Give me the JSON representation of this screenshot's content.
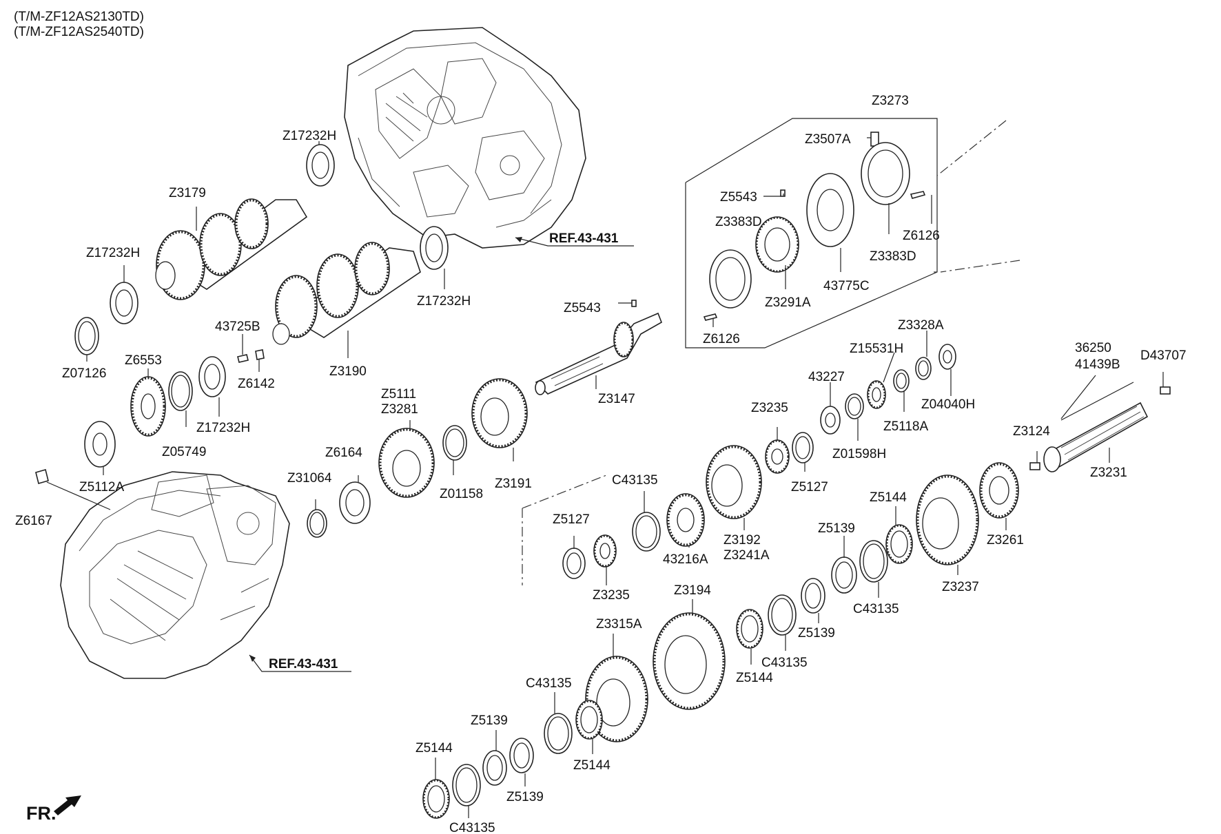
{
  "header": {
    "line1": "(T/M-ZF12AS2130TD)",
    "line2": "(T/M-ZF12AS2540TD)"
  },
  "references": {
    "upper": "REF.43-431",
    "lower": "REF.43-431"
  },
  "front_marker": "FR.",
  "labels": {
    "z3273": "Z3273",
    "z3507a": "Z3507A",
    "z5543_top": "Z5543",
    "z3383d_left": "Z3383D",
    "z6126_right": "Z6126",
    "z3383d_right": "Z3383D",
    "p43775c": "43775C",
    "z3291a": "Z3291A",
    "z6126_left": "Z6126",
    "z17232h_top": "Z17232H",
    "z3179": "Z3179",
    "z17232h_left": "Z17232H",
    "z17232h_mid": "Z17232H",
    "z07126": "Z07126",
    "p43725b": "43725B",
    "z6142": "Z6142",
    "z3190": "Z3190",
    "z6553": "Z6553",
    "z17232h_low": "Z17232H",
    "z05749": "Z05749",
    "z5112a": "Z5112A",
    "z6167": "Z6167",
    "z5543_mid": "Z5543",
    "z3147": "Z3147",
    "z5111": "Z5111",
    "z3281": "Z3281",
    "z6164": "Z6164",
    "z31064": "Z31064",
    "z01158": "Z01158",
    "z3191": "Z3191",
    "z3328a": "Z3328A",
    "z15531h": "Z15531H",
    "p43227": "43227",
    "z04040h": "Z04040H",
    "z5118a": "Z5118A",
    "z01598h": "Z01598H",
    "z3235_top": "Z3235",
    "z5127_top": "Z5127",
    "p36250": "36250",
    "p41439b": "41439B",
    "d43707": "D43707",
    "z3124": "Z3124",
    "z3231": "Z3231",
    "c43135_a": "C43135",
    "z5127_left": "Z5127",
    "p43216a": "43216A",
    "z3235_left": "Z3235",
    "z3192": "Z3192",
    "z3241a": "Z3241A",
    "z5144_a": "Z5144",
    "z5139_a": "Z5139",
    "c43135_b": "C43135",
    "z3261": "Z3261",
    "z3237": "Z3237",
    "z3194": "Z3194",
    "z5139_b": "Z5139",
    "c43135_c": "C43135",
    "z5144_b": "Z5144",
    "z3315a": "Z3315A",
    "c43135_d": "C43135",
    "z5144_c": "Z5144",
    "z5139_c": "Z5139",
    "z5139_d": "Z5139",
    "z5144_d": "Z5144",
    "c43135_e": "C43135"
  }
}
